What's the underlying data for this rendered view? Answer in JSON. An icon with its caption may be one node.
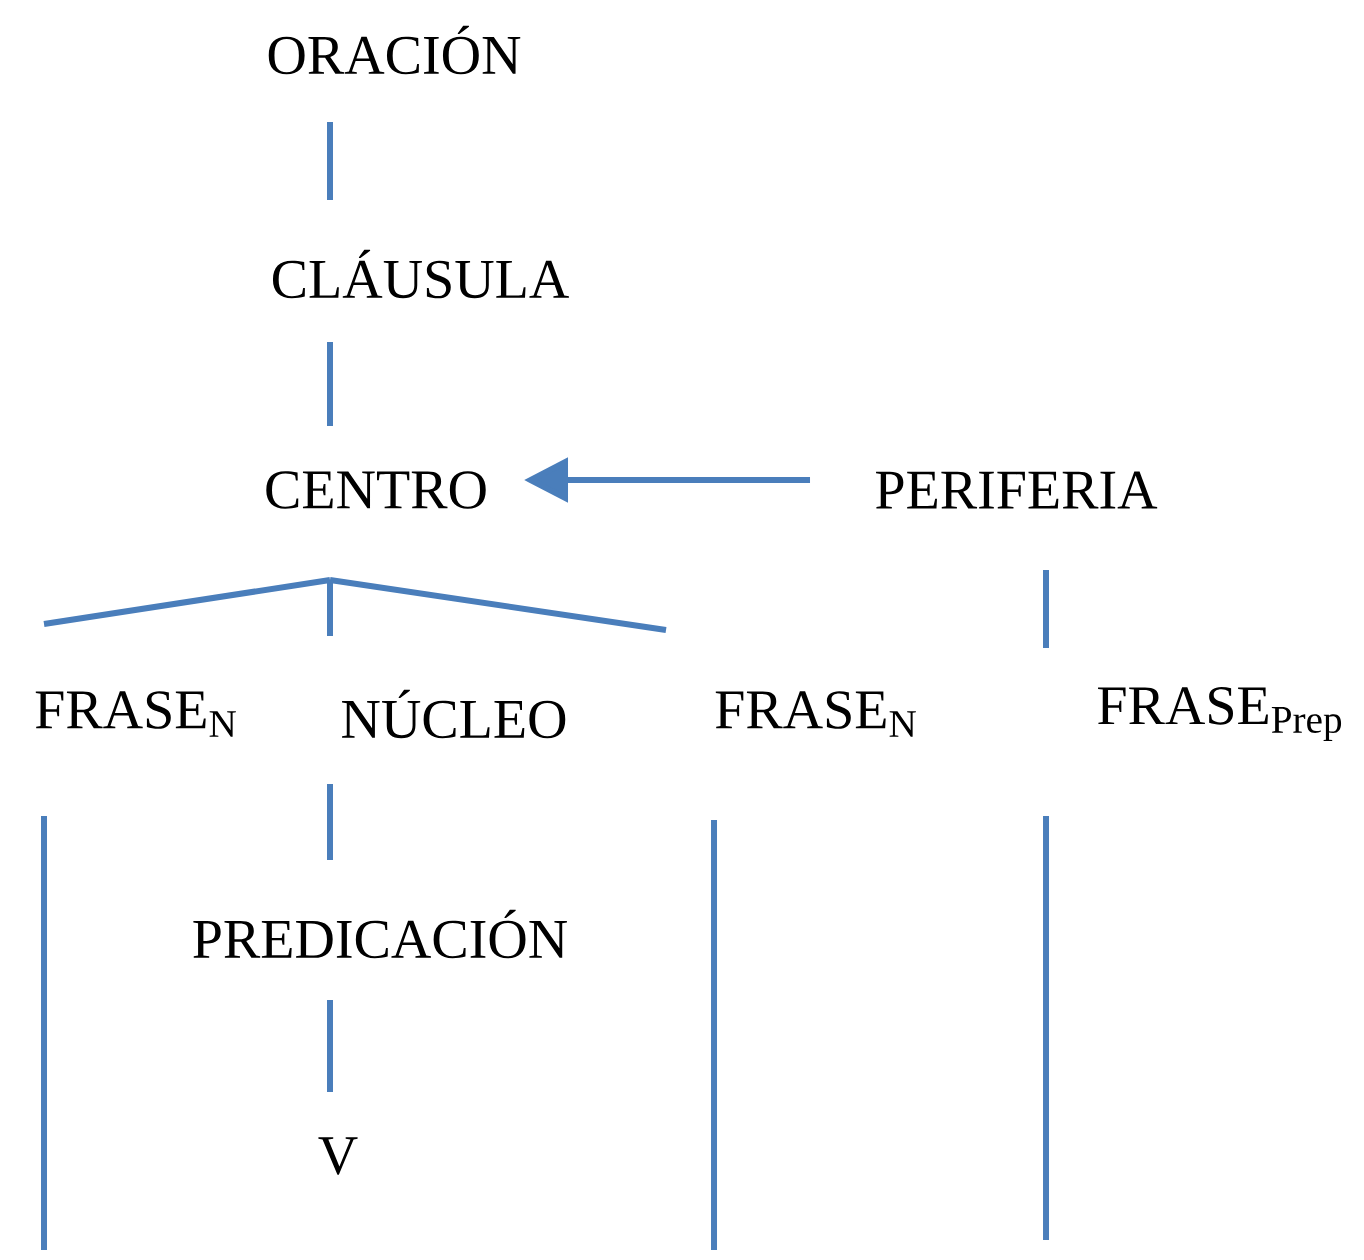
{
  "diagram": {
    "nodes": [
      {
        "text": [
          "ORACIÓN"
        ]
      },
      {
        "text": [
          "CLÁUSULA"
        ]
      },
      {
        "text": [
          "CENTRO"
        ]
      },
      {
        "text": [
          "PERIFERIA"
        ]
      },
      {
        "text": [
          "FRASE$_{N}$"
        ]
      },
      {
        "text": [
          "NÚCLEO"
        ]
      },
      {
        "text": [
          "FRASE$_{N}$"
        ]
      },
      {
        "text": [
          "FRASE$_{Prep}$"
        ]
      },
      {
        "text": [
          "PREDICACIÓN"
        ]
      },
      {
        "text": [
          "V"
        ]
      }
    ],
    "edges": [
      {
        "from": 0,
        "to": 1,
        "arrow": "none"
      },
      {
        "from": 1,
        "to": 2,
        "arrow": "none"
      },
      {
        "from": 3,
        "to": 2,
        "arrow": "to"
      },
      {
        "from": 2,
        "to": 4,
        "arrow": "none"
      },
      {
        "from": 2,
        "to": 5,
        "arrow": "none"
      },
      {
        "from": 2,
        "to": 6,
        "arrow": "none"
      },
      {
        "from": 3,
        "to": 7,
        "arrow": "none"
      },
      {
        "from": 4,
        "to": null,
        "arrow": "none"
      },
      {
        "from": 5,
        "to": 8,
        "arrow": "none"
      },
      {
        "from": 6,
        "to": null,
        "arrow": "none"
      },
      {
        "from": 7,
        "to": null,
        "arrow": "none"
      },
      {
        "from": 8,
        "to": 9,
        "arrow": "none"
      }
    ]
  }
}
